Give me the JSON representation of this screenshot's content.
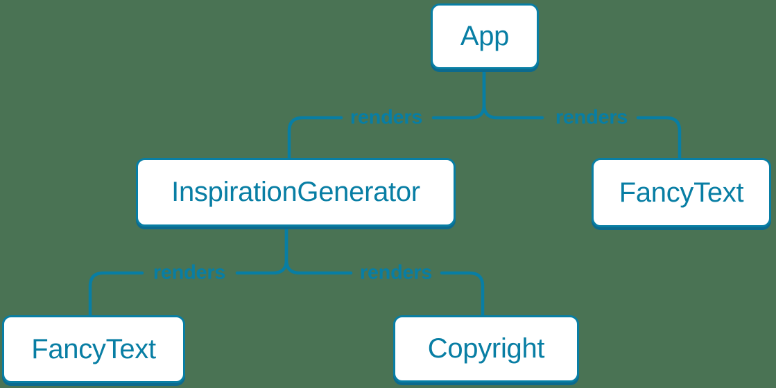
{
  "diagram": {
    "type": "component-render-tree",
    "colors": {
      "background": "#4a7354",
      "accent": "#087ea4",
      "node_fill": "#ffffff",
      "node_shadow": "#0c6a8e"
    },
    "nodes": [
      {
        "id": "app",
        "label": "App"
      },
      {
        "id": "inspiration-generator",
        "label": "InspirationGenerator"
      },
      {
        "id": "fancy-text-top",
        "label": "FancyText"
      },
      {
        "id": "fancy-text-bottom",
        "label": "FancyText"
      },
      {
        "id": "copyright",
        "label": "Copyright"
      }
    ],
    "edges": [
      {
        "from": "App",
        "to": "InspirationGenerator",
        "label": "renders"
      },
      {
        "from": "App",
        "to": "FancyText",
        "label": "renders"
      },
      {
        "from": "InspirationGenerator",
        "to": "FancyText",
        "label": "renders"
      },
      {
        "from": "InspirationGenerator",
        "to": "Copyright",
        "label": "renders"
      }
    ]
  }
}
